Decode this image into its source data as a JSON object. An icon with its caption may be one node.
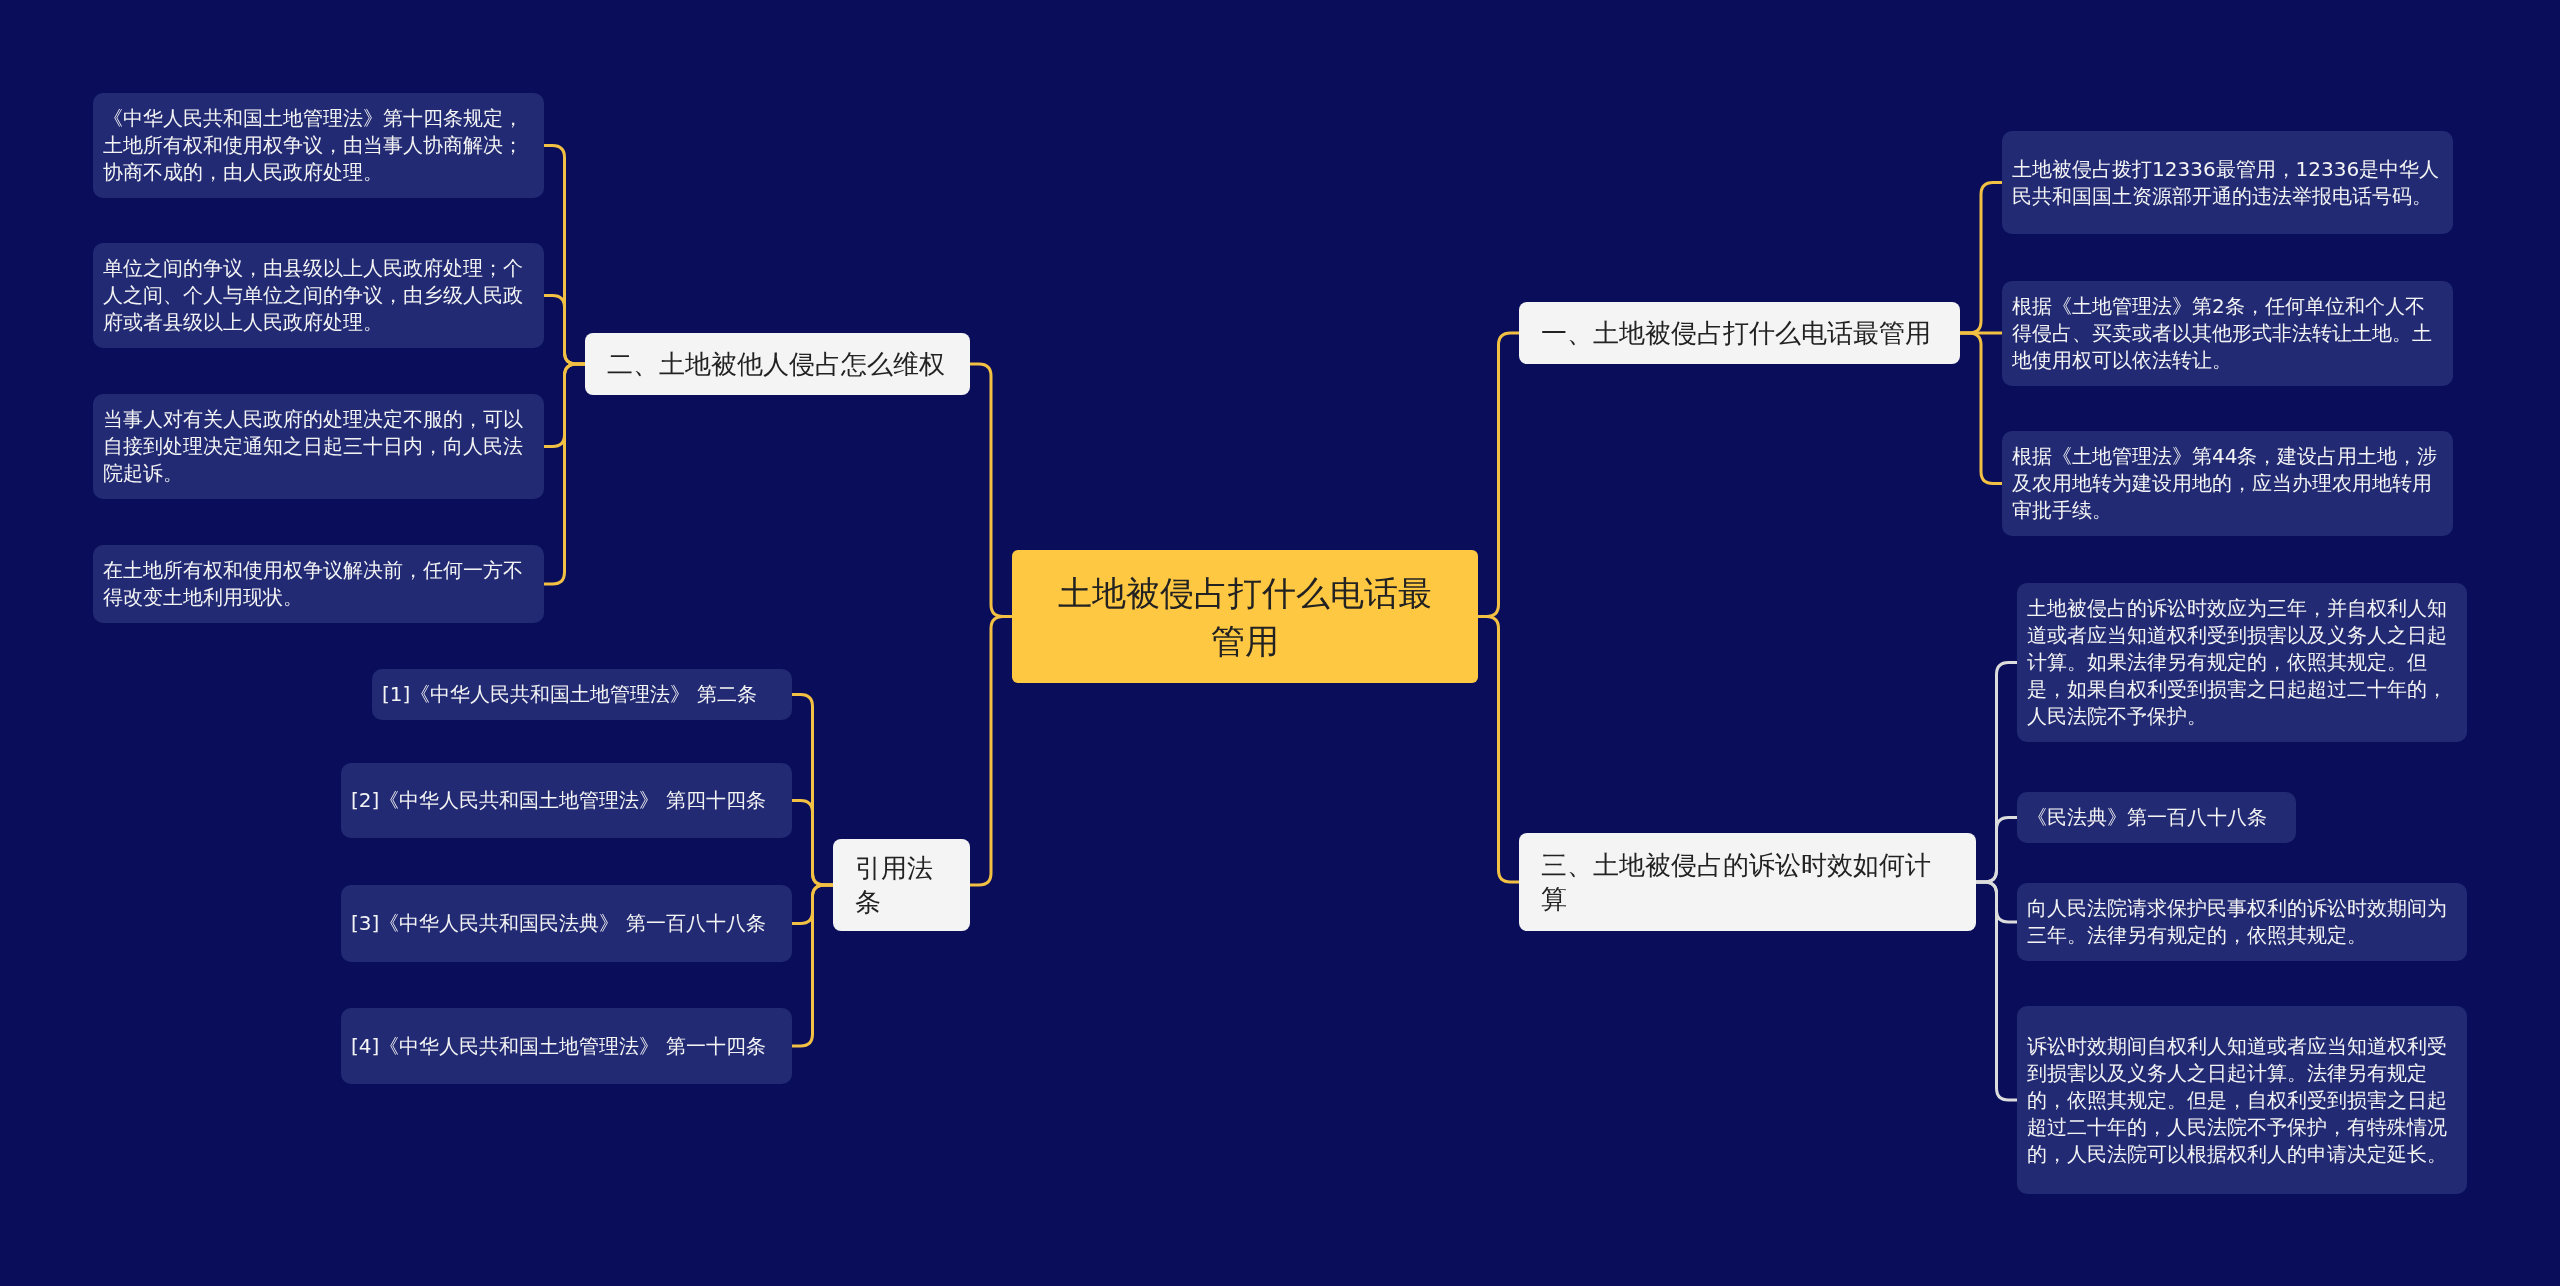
{
  "diagram": {
    "nodes": [
      {
        "text": [
          "土地被侵占打什么电话最管用"
        ]
      },
      {
        "text": [
          "一、土地被侵占打什么电话最管用"
        ]
      },
      {
        "text": [
          "土地被侵占拨打12336最管用，12336是中华人民共和国国土资源部开通的违法举报电话号码。"
        ]
      },
      {
        "text": [
          "根据《土地管理法》第2条，任何单位和个人不得侵占、买卖或者以其他形式非法转让土地。土地使用权可以依法转让。"
        ]
      },
      {
        "text": [
          "根据《土地管理法》第44条，建设占用土地，涉及农用地转为建设用地的，应当办理农用地转用审批手续。"
        ]
      },
      {
        "text": [
          "三、土地被侵占的诉讼时效如何计算"
        ]
      },
      {
        "text": [
          "土地被侵占的诉讼时效应为三年，并自权利人知道或者应当知道权利受到损害以及义务人之日起计算。如果法律另有规定的，依照其规定。但是，如果自权利受到损害之日起超过二十年的，人民法院不予保护。"
        ]
      },
      {
        "text": [
          "《民法典》第一百八十八条"
        ]
      },
      {
        "text": [
          "向人民法院请求保护民事权利的诉讼时效期间为三年。法律另有规定的，依照其规定。"
        ]
      },
      {
        "text": [
          "诉讼时效期间自权利人知道或者应当知道权利受到损害以及义务人之日起计算。法律另有规定的，依照其规定。但是，自权利受到损害之日起超过二十年的，人民法院不予保护，有特殊情况的，人民法院可以根据权利人的申请决定延长。"
        ]
      },
      {
        "text": [
          "二、土地被他人侵占怎么维权"
        ]
      },
      {
        "text": [
          "《中华人民共和国土地管理法》第十四条规定，土地所有权和使用权争议，由当事人协商解决；协商不成的，由人民政府处理。"
        ]
      },
      {
        "text": [
          "单位之间的争议，由县级以上人民政府处理；个人之间、个人与单位之间的争议，由乡级人民政府或者县级以上人民政府处理。"
        ]
      },
      {
        "text": [
          "当事人对有关人民政府的处理决定不服的，可以自接到处理决定通知之日起三十日内，向人民法院起诉。"
        ]
      },
      {
        "text": [
          "在土地所有权和使用权争议解决前，任何一方不得改变土地利用现状。"
        ]
      },
      {
        "text": [
          "引用法条"
        ]
      },
      {
        "text": [
          "[1]《中华人民共和国土地管理法》 第二条"
        ]
      },
      {
        "text": [
          "[2]《中华人民共和国土地管理法》 第四十四条"
        ]
      },
      {
        "text": [
          "[3]《中华人民共和国民法典》 第一百八十八条"
        ]
      },
      {
        "text": [
          "[4]《中华人民共和国土地管理法》 第一十四条"
        ]
      }
    ],
    "edges": [
      {
        "from": 0,
        "to": 1,
        "arrow": "none"
      },
      {
        "from": 1,
        "to": 2,
        "arrow": "none"
      },
      {
        "from": 1,
        "to": 3,
        "arrow": "none"
      },
      {
        "from": 1,
        "to": 4,
        "arrow": "none"
      },
      {
        "from": 0,
        "to": 5,
        "arrow": "none"
      },
      {
        "from": 5,
        "to": 6,
        "arrow": "none",
        "color": "#dcdcdc"
      },
      {
        "from": 5,
        "to": 7,
        "arrow": "none",
        "color": "#dcdcdc"
      },
      {
        "from": 5,
        "to": 8,
        "arrow": "none",
        "color": "#dcdcdc"
      },
      {
        "from": 5,
        "to": 9,
        "arrow": "none",
        "color": "#dcdcdc"
      },
      {
        "from": 0,
        "to": 10,
        "arrow": "none"
      },
      {
        "from": 10,
        "to": 11,
        "arrow": "none"
      },
      {
        "from": 10,
        "to": 12,
        "arrow": "none"
      },
      {
        "from": 10,
        "to": 13,
        "arrow": "none"
      },
      {
        "from": 10,
        "to": 14,
        "arrow": "none"
      },
      {
        "from": 0,
        "to": 15,
        "arrow": "none"
      },
      {
        "from": 15,
        "to": 16,
        "arrow": "none"
      },
      {
        "from": 15,
        "to": 17,
        "arrow": "none"
      },
      {
        "from": 15,
        "to": 18,
        "arrow": "none"
      },
      {
        "from": 15,
        "to": 19,
        "arrow": "none"
      }
    ]
  }
}
